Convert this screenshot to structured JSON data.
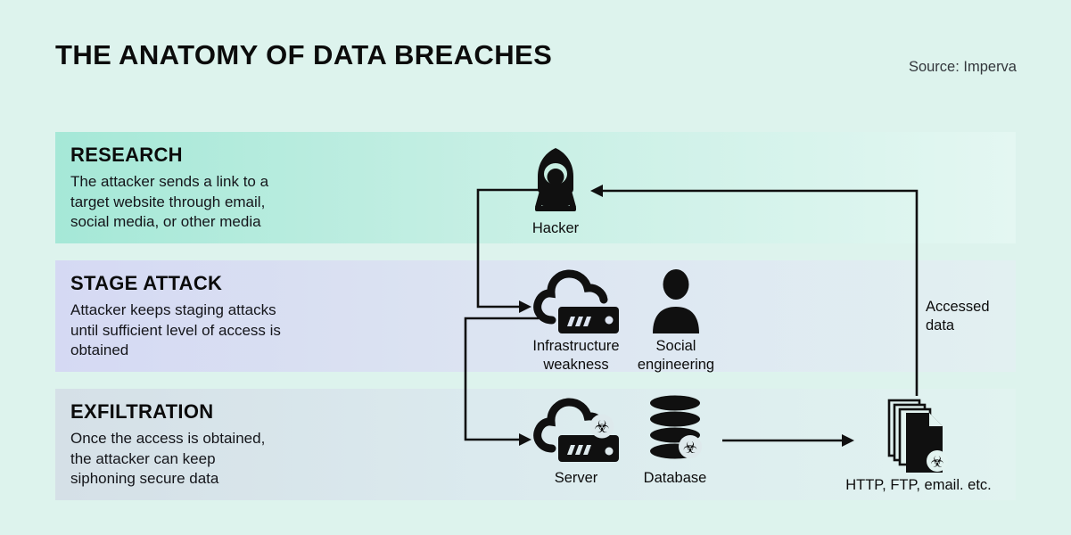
{
  "header": {
    "title": "THE ANATOMY OF DATA BREACHES",
    "source": "Source: Imperva"
  },
  "stages": [
    {
      "heading": "RESEARCH",
      "body": "The attacker sends a link to a\ntarget website through email,\nsocial media, or other media"
    },
    {
      "heading": "STAGE ATTACK",
      "body": "Attacker keeps staging attacks\nuntil sufficient level of access is\nobtained"
    },
    {
      "heading": "EXFILTRATION",
      "body": "Once the access is obtained,\nthe attacker can keep\nsiphoning secure data"
    }
  ],
  "nodes": {
    "hacker": {
      "label": "Hacker",
      "icon": "hooded-hacker-with-laptop"
    },
    "infrastructure_weakness": {
      "label": "Infrastructure\nweakness",
      "icon": "cloud-server"
    },
    "social_engineering": {
      "label": "Social\nengineering",
      "icon": "person-silhouette"
    },
    "server": {
      "label": "Server",
      "icon": "cloud-server-biohazard"
    },
    "database": {
      "label": "Database",
      "icon": "database-stack-biohazard"
    },
    "exfil_channels": {
      "label": "HTTP, FTP, email. etc.",
      "icon": "document-stack-biohazard"
    }
  },
  "annotations": {
    "accessed_data": "Accessed\ndata"
  },
  "glyphs": {
    "biohazard": "☣"
  },
  "colors": {
    "page_bg": "#ddf3ed",
    "band_research_start": "#a5e8d7",
    "band_stage_start": "#d5d9f3",
    "band_exfiltration_start": "#d5e0e7",
    "band_fade_end": "#e4f7f2",
    "line": "#101010",
    "text": "#0d0d0d"
  }
}
